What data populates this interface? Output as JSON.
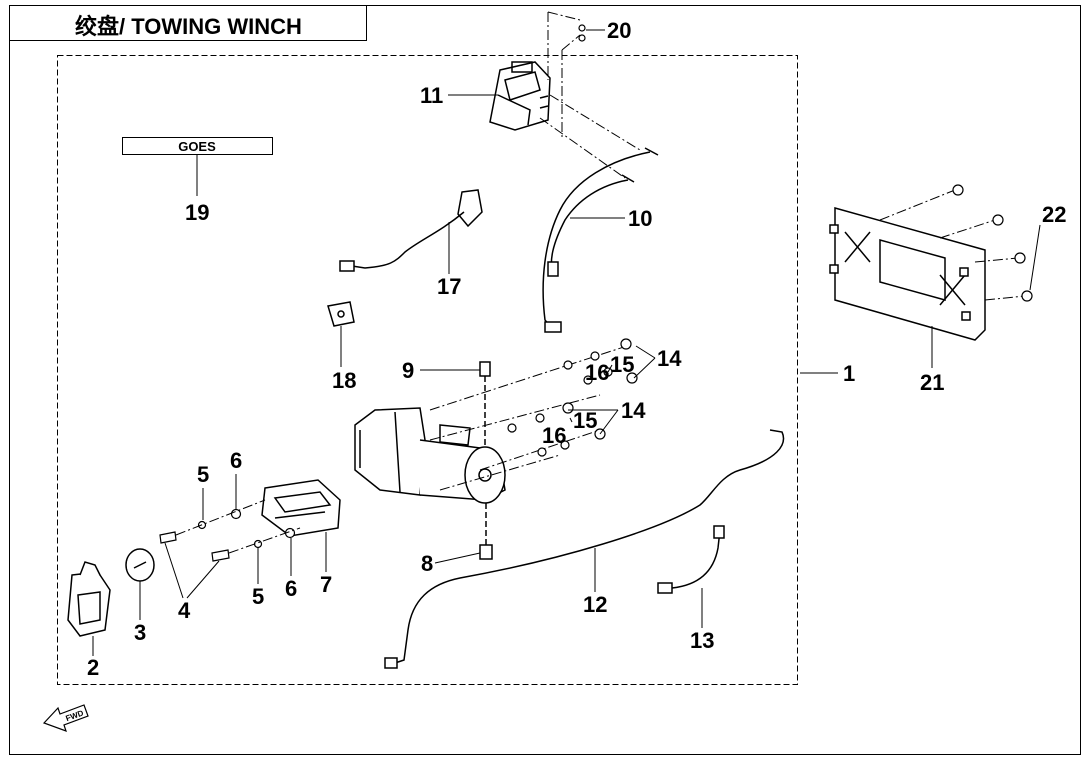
{
  "title": "绞盘/ TOWING WINCH",
  "note_box": "GOES",
  "direction_label": "FWD",
  "callouts": [
    {
      "id": "c1",
      "label": "1"
    },
    {
      "id": "c2",
      "label": "2"
    },
    {
      "id": "c3",
      "label": "3"
    },
    {
      "id": "c4",
      "label": "4"
    },
    {
      "id": "c5a",
      "label": "5"
    },
    {
      "id": "c5b",
      "label": "5"
    },
    {
      "id": "c6a",
      "label": "6"
    },
    {
      "id": "c6b",
      "label": "6"
    },
    {
      "id": "c7",
      "label": "7"
    },
    {
      "id": "c8",
      "label": "8"
    },
    {
      "id": "c9",
      "label": "9"
    },
    {
      "id": "c10",
      "label": "10"
    },
    {
      "id": "c11",
      "label": "11"
    },
    {
      "id": "c12",
      "label": "12"
    },
    {
      "id": "c13",
      "label": "13"
    },
    {
      "id": "c14a",
      "label": "14"
    },
    {
      "id": "c14b",
      "label": "14"
    },
    {
      "id": "c15a",
      "label": "15"
    },
    {
      "id": "c15b",
      "label": "15"
    },
    {
      "id": "c16a",
      "label": "16"
    },
    {
      "id": "c16b",
      "label": "16"
    },
    {
      "id": "c17",
      "label": "17"
    },
    {
      "id": "c18",
      "label": "18"
    },
    {
      "id": "c19",
      "label": "19"
    },
    {
      "id": "c20",
      "label": "20"
    },
    {
      "id": "c21",
      "label": "21"
    },
    {
      "id": "c22",
      "label": "22"
    }
  ]
}
